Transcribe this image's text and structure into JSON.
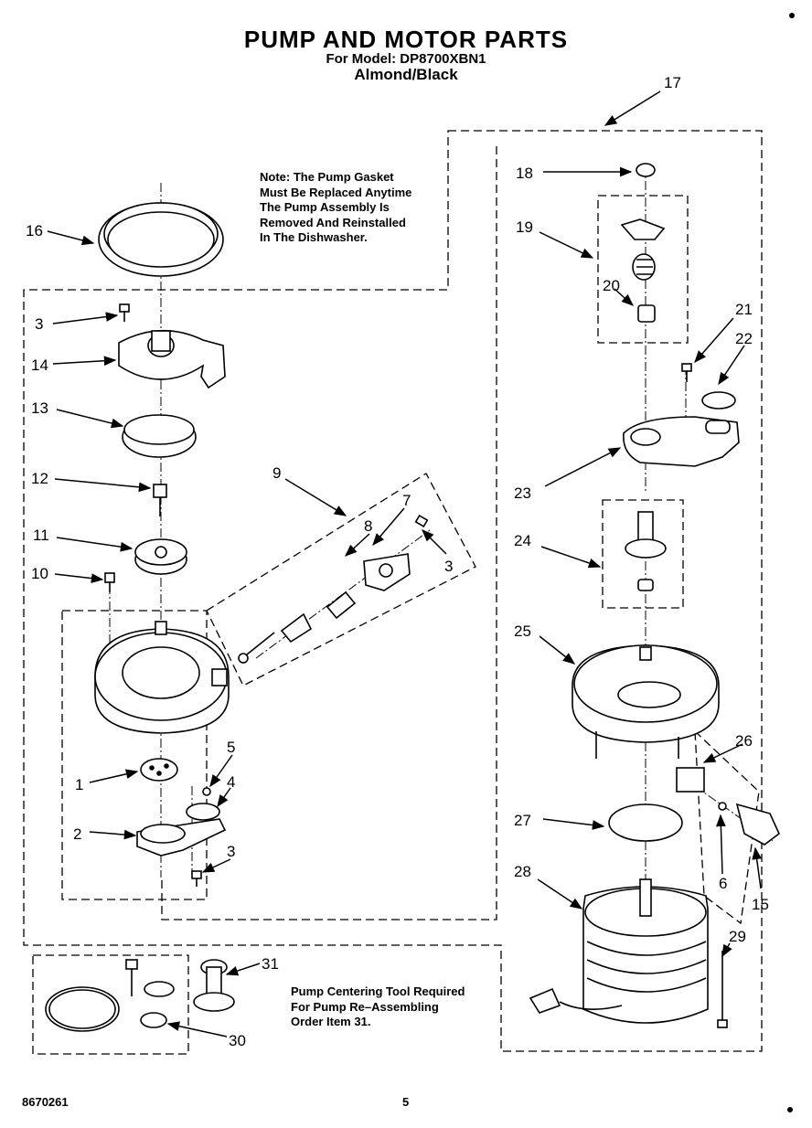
{
  "header": {
    "title": "PUMP AND MOTOR PARTS",
    "model_line": "For Model: DP8700XBN1",
    "color_line": "Almond/Black"
  },
  "notes": {
    "gasket_note": "Note: The Pump Gasket\nMust Be Replaced Anytime\nThe Pump Assembly Is\nRemoved And Reinstalled\nIn The Dishwasher.",
    "tool_note": "Pump Centering Tool Required\nFor Pump Re–Assembling\nOrder Item 31."
  },
  "callouts": [
    "17",
    "18",
    "19",
    "20",
    "21",
    "22",
    "23",
    "24",
    "25",
    "26",
    "27",
    "28",
    "29",
    "6",
    "15",
    "16",
    "3",
    "14",
    "13",
    "12",
    "9",
    "8",
    "7",
    "3",
    "11",
    "10",
    "5",
    "4",
    "1",
    "2",
    "3",
    "31",
    "30"
  ],
  "footer": {
    "doc_number": "8670261",
    "page_number": "5"
  }
}
